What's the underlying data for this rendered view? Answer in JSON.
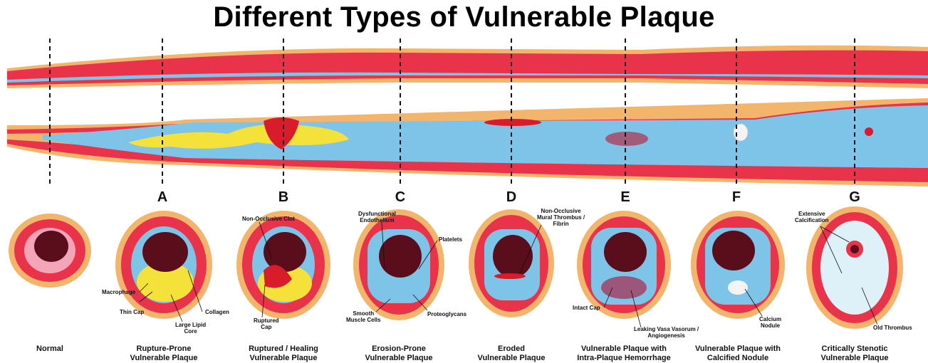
{
  "title": "Different Types of Vulnerable Plaque",
  "colors": {
    "wall": "#e8334a",
    "adventitia": "#f2b56b",
    "intima": "#7ec3e8",
    "lipid": "#f4e23a",
    "thrombus": "#d81c2c",
    "lumen": "#5a0d1a"
  },
  "section_letters": [
    "A",
    "B",
    "C",
    "D",
    "E",
    "F",
    "G"
  ],
  "captions": [
    "Normal",
    "Rupture-Prone\nVulnerable Plaque",
    "Ruptured / Healing\nVulnerable Plaque",
    "Erosion-Prone\nVulnerable Plaque",
    "Eroded\nVulnerable Plaque",
    "Vulnerable Plaque with\nIntra-Plaque Hemorrhage",
    "Vulnerable Plaque with\nCalcified Nodule",
    "Critically Stenotic\nVulnerable Plaque"
  ],
  "annotations": {
    "macrophage": "Macrophage",
    "thin_cap": "Thin Cap",
    "collagen": "Collagen",
    "large_lipid_core": "Large Lipid\nCore",
    "non_occlusive_clot": "Non-Occlusive Clot",
    "ruptured_cap": "Ruptured\nCap",
    "dysfunctional_endothelium": "Dysfunctional\nEndothelium",
    "platelets": "Platelets",
    "smooth_muscle_cells": "Smooth\nMuscle Cells",
    "proteoglycans": "Proteoglycans",
    "mural_thrombus": "Non-Occlusive\nMural Thrombus /\nFibrin",
    "intact_cap": "Intact Cap",
    "leaking_vasa": "Leaking Vasa Vasorum /\nAngiogenesis",
    "calcium_nodule": "Calcium\nNodule",
    "extensive_calcification": "Extensive\nCalcification",
    "old_thrombus": "Old Thrombus"
  }
}
